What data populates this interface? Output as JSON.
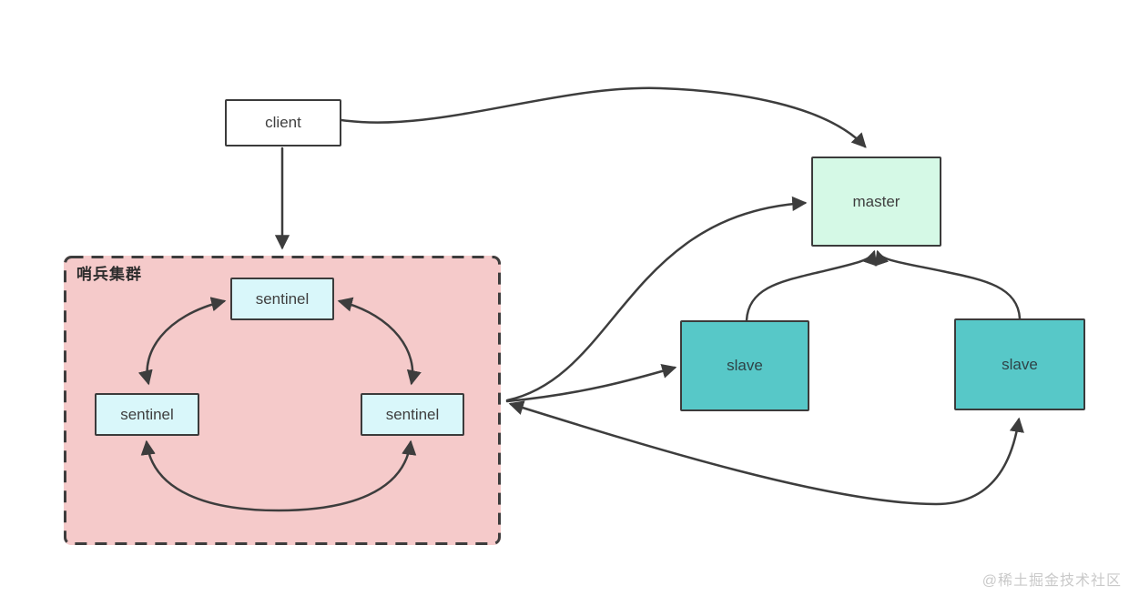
{
  "diagram": {
    "cluster": {
      "label": "哨兵集群"
    },
    "nodes": {
      "client": "client",
      "master": "master",
      "slave_left": "slave",
      "slave_right": "slave",
      "sentinel_top": "sentinel",
      "sentinel_left": "sentinel",
      "sentinel_right": "sentinel"
    },
    "edges": [
      {
        "from": "client",
        "to": "sentinel-cluster",
        "arrows": "single"
      },
      {
        "from": "client",
        "to": "master",
        "arrows": "single"
      },
      {
        "from": "sentinel-cluster",
        "to": "master",
        "arrows": "single"
      },
      {
        "from": "sentinel-cluster",
        "to": "slave_left",
        "arrows": "single"
      },
      {
        "from": "sentinel-cluster",
        "to": "slave_right",
        "arrows": "double"
      },
      {
        "from": "slave_left",
        "to": "master",
        "arrows": "single"
      },
      {
        "from": "slave_right",
        "to": "master",
        "arrows": "single"
      },
      {
        "from": "sentinel_top",
        "to": "sentinel_left",
        "arrows": "double"
      },
      {
        "from": "sentinel_top",
        "to": "sentinel_right",
        "arrows": "double"
      },
      {
        "from": "sentinel_left",
        "to": "sentinel_right",
        "arrows": "double"
      }
    ],
    "colors": {
      "line": "#3d3d3d",
      "node_border": "#3b3b3b",
      "client_fill": "#ffffff",
      "master_fill": "#d5f9e6",
      "slave_fill": "#57c8c8",
      "sentinel_fill": "#d9f7fa",
      "cluster_fill": "#f5caca"
    },
    "watermark": "@稀土掘金技术社区"
  }
}
